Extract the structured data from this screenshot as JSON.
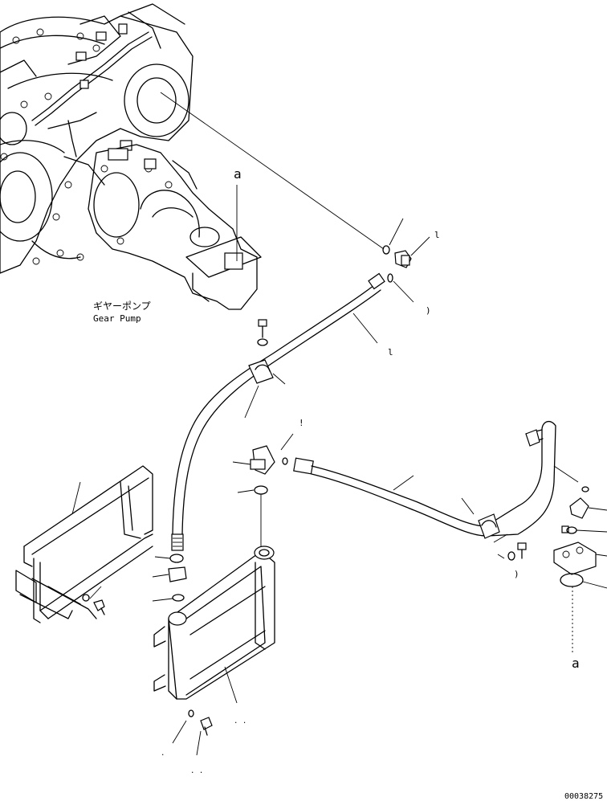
{
  "labels": {
    "callout_a_top": "a",
    "callout_a_bottom": "a",
    "gear_pump_jp": "ギヤーポンプ",
    "gear_pump_en": "Gear Pump",
    "drawing_number": "00038275"
  },
  "colors": {
    "line": "#000000",
    "background": "#ffffff"
  }
}
